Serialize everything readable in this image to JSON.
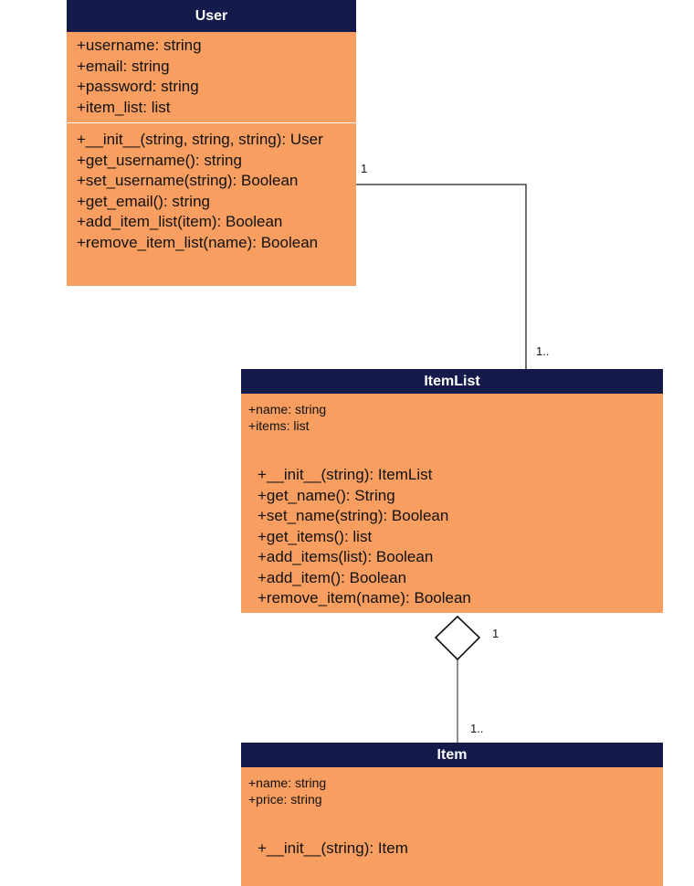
{
  "classes": {
    "user": {
      "name": "User",
      "attributes": [
        "+username: string",
        "+email: string",
        "+password: string",
        "+item_list: list"
      ],
      "methods": [
        "+__init__(string, string, string): User",
        "+get_username(): string",
        "+set_username(string): Boolean",
        "+get_email(): string",
        "+add_item_list(item): Boolean",
        "+remove_item_list(name): Boolean"
      ]
    },
    "itemlist": {
      "name": "ItemList",
      "attributes": [
        "+name: string",
        "+items: list"
      ],
      "methods": [
        "+__init__(string): ItemList",
        "+get_name(): String",
        "+set_name(string): Boolean",
        "+get_items(): list",
        "+add_items(list): Boolean",
        "+add_item(): Boolean",
        "+remove_item(name): Boolean"
      ]
    },
    "item": {
      "name": "Item",
      "attributes": [
        "+name: string",
        "+price: string"
      ],
      "methods": [
        "+__init__(string): Item"
      ]
    }
  },
  "relations": {
    "user_itemlist": {
      "source_multiplicity": "1",
      "target_multiplicity": "1.."
    },
    "itemlist_item": {
      "source_multiplicity": "1",
      "target_multiplicity": "1.."
    }
  },
  "colors": {
    "header": "#141a4a",
    "body": "#f79e60",
    "header_text": "#ffffff"
  }
}
